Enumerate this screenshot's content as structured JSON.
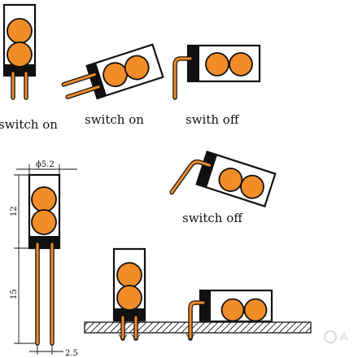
{
  "labels": {
    "switch_on_vertical": "switch on",
    "switch_on_tilted": "switch on",
    "switch_off_horizontal": "swith off",
    "switch_off_tilted": "switch off"
  },
  "dimensions": {
    "diameter": "ϕ5.2",
    "body_length": "12",
    "pin_length": "15",
    "pin_spacing": "2.5"
  },
  "watermark": "A",
  "colors": {
    "ball": "#F28C28",
    "pin": "#F28C28",
    "outline": "#111111",
    "background": "#FFFFFF"
  }
}
